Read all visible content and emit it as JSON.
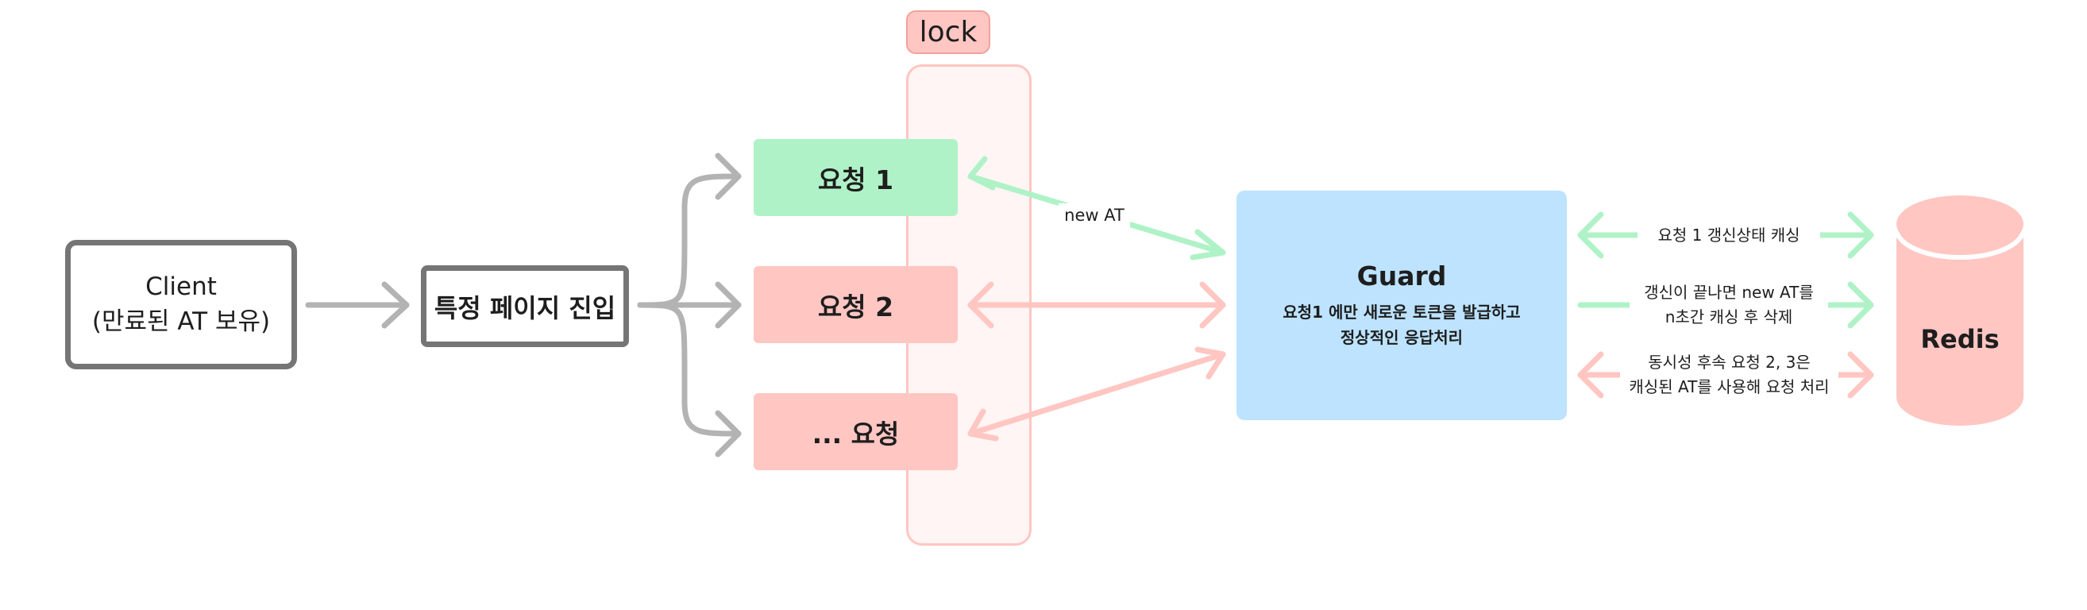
{
  "lock": {
    "label": "lock"
  },
  "client": {
    "line1": "Client",
    "line2": "(만료된 AT 보유)"
  },
  "entry": {
    "label": "특정 페이지 진입"
  },
  "requests": [
    {
      "label": "요청 1"
    },
    {
      "label": "요청 2"
    },
    {
      "label": "... 요청"
    }
  ],
  "new_at_label": "new AT",
  "guard": {
    "title": "Guard",
    "desc_line1": "요청1 에만 새로운 토큰을 발급하고",
    "desc_line2": "정상적인 응답처리"
  },
  "notes": {
    "note1": "요청 1 갱신상태 캐싱",
    "note2_line1": "갱신이 끝나면 new AT를",
    "note2_line2": "n초간 캐싱 후 삭제",
    "note3_line1": "동시성 후속 요청 2, 3은",
    "note3_line2": "캐싱된 AT를 사용해 요청 처리"
  },
  "redis": {
    "label": "Redis"
  },
  "colors": {
    "green": "#b0f2c7",
    "pink": "#ffc6c2",
    "blue": "#bde3ff",
    "gray": "#757575",
    "arrow_gray": "#b3b3b3"
  },
  "icons": [
    "arrow-right-icon",
    "arrow-left-icon",
    "double-arrow-icon",
    "cylinder-icon"
  ]
}
